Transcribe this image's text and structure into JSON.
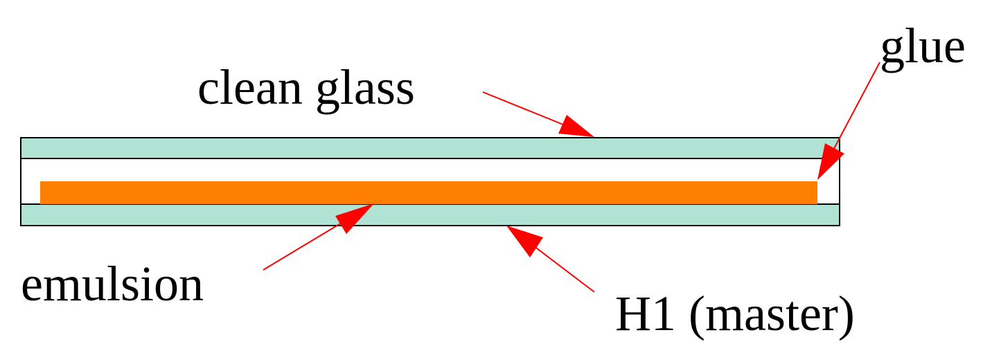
{
  "labels": {
    "clean_glass": "clean glass",
    "glue": "glue",
    "emulsion": "emulsion",
    "h1_master": "H1 (master)"
  },
  "colors": {
    "glass_fill": "#b0e3d4",
    "emulsion_fill": "#ff8000",
    "outline": "#000000",
    "arrow": "#ff0000",
    "background": "#ffffff"
  }
}
